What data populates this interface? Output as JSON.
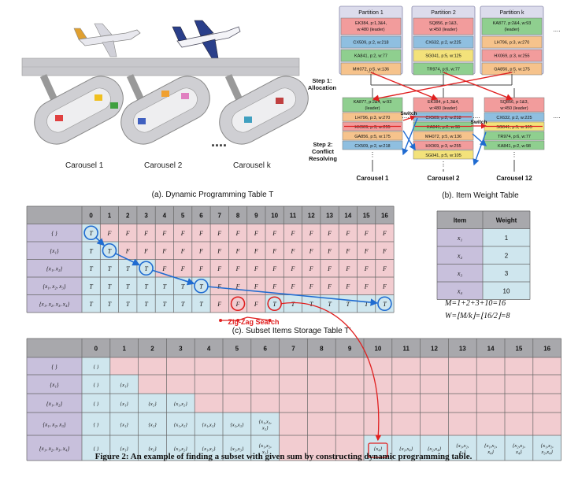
{
  "carousels": [
    "Carousel 1",
    "Carousel 2",
    "Carousel k"
  ],
  "partitions": [
    {
      "title": "Partition 1",
      "items": [
        {
          "l1": "EK384, p:1,3&4,",
          "l2": "w:480 (leader)",
          "color": "#f29c9c"
        },
        {
          "l1": "CX509, p:2, w:218",
          "color": "#8fbfe0"
        },
        {
          "l1": "KA841, p:2, w:77",
          "color": "#8fcf8f"
        },
        {
          "l1": "MH072, p:5, w:136",
          "color": "#f6c38c"
        }
      ]
    },
    {
      "title": "Partition 2",
      "items": [
        {
          "l1": "SQ856, p:1&3,",
          "l2": "w:450 (leader)",
          "color": "#f29c9c"
        },
        {
          "l1": "CX632, p:2, w:225",
          "color": "#8fbfe0"
        },
        {
          "l1": "SG041, p:5, w:125",
          "color": "#f3e27a"
        },
        {
          "l1": "TR974, p:6, w:77",
          "color": "#8fcf8f"
        }
      ]
    },
    {
      "title": "Partition k",
      "items": [
        {
          "l1": "KA877, p:2&4, w:93",
          "l2": "(leader)",
          "color": "#8fcf8f"
        },
        {
          "l1": "LH796, p:3, w:270",
          "color": "#f6c38c"
        },
        {
          "l1": "HX069, p:3, w:255",
          "color": "#f29c9c"
        },
        {
          "l1": "GA856, p:5, w:175",
          "color": "#f6c38c"
        }
      ]
    }
  ],
  "step1": "Step 1:\nAllocation",
  "step2": "Step 2:\nConflict\nResolving",
  "switch": "Switch",
  "result_carousels": [
    {
      "label": "Carousel 1",
      "items": [
        {
          "l1": "KA877, p:2&4, w:93",
          "l2": "(leader)",
          "color": "#8fcf8f"
        },
        {
          "l1": "LH796, p:3, w:270",
          "color": "#f6c38c"
        },
        {
          "l1": "HX069, p:3, w:255",
          "color": "#f29c9c",
          "strike": true
        },
        {
          "l1": "GA856, p:5, w:175",
          "color": "#f6c38c"
        },
        {
          "l1": "CX509, p:2, w:218",
          "color": "#8fbfe0"
        }
      ]
    },
    {
      "label": "Carousel 2",
      "items": [
        {
          "l1": "EK384, p:1,3&4,",
          "l2": "w:480 (leader)",
          "color": "#f29c9c"
        },
        {
          "l1": "CX509, p:2, w:218",
          "color": "#8fbfe0",
          "strike": true
        },
        {
          "l1": "KA841, p:2, w:98",
          "color": "#8fcf8f",
          "strike": true
        },
        {
          "l1": "MH072, p:5, w:136",
          "color": "#f6c38c"
        },
        {
          "l1": "HX069, p:3, w:255",
          "color": "#f29c9c"
        },
        {
          "l1": "SG041, p:5, w:105",
          "color": "#f3e27a"
        }
      ]
    },
    {
      "label": "Carousel 12",
      "items": [
        {
          "l1": "SQ856, p:1&3,",
          "l2": "w:450 (leader)",
          "color": "#f29c9c"
        },
        {
          "l1": "CX632, p:2, w:225",
          "color": "#8fbfe0"
        },
        {
          "l1": "SG041, p:5, w:105",
          "color": "#f3e27a",
          "strike": true
        },
        {
          "l1": "TR974, p:6, w:77",
          "color": "#8fcf8f"
        },
        {
          "l1": "KA841, p:2, w:98",
          "color": "#8fcf8f"
        }
      ]
    }
  ],
  "dp_title": "(a). Dynamic Programming Table T",
  "dp_cols": [
    "0",
    "1",
    "2",
    "3",
    "4",
    "5",
    "6",
    "7",
    "8",
    "9",
    "10",
    "11",
    "12",
    "13",
    "14",
    "15",
    "16"
  ],
  "dp_rows": [
    "{ }",
    "{x₁}",
    "{x₁, x₂}",
    "{x₁, x₂, x₃}",
    "{x₁, x₂, x₃, x₄}"
  ],
  "dp_cells": [
    [
      "T",
      "F",
      "F",
      "F",
      "F",
      "F",
      "F",
      "F",
      "F",
      "F",
      "F",
      "F",
      "F",
      "F",
      "F",
      "F",
      "F"
    ],
    [
      "T",
      "T",
      "F",
      "F",
      "F",
      "F",
      "F",
      "F",
      "F",
      "F",
      "F",
      "F",
      "F",
      "F",
      "F",
      "F",
      "F"
    ],
    [
      "T",
      "T",
      "T",
      "T",
      "F",
      "F",
      "F",
      "F",
      "F",
      "F",
      "F",
      "F",
      "F",
      "F",
      "F",
      "F",
      "F"
    ],
    [
      "T",
      "T",
      "T",
      "T",
      "T",
      "T",
      "T",
      "F",
      "F",
      "F",
      "F",
      "F",
      "F",
      "F",
      "F",
      "F",
      "F"
    ],
    [
      "T",
      "T",
      "T",
      "T",
      "T",
      "T",
      "T",
      "F",
      "F",
      "F",
      "T",
      "T",
      "T",
      "T",
      "T",
      "T",
      "T"
    ]
  ],
  "dp_blue_circles": [
    [
      0,
      0
    ],
    [
      1,
      1
    ],
    [
      2,
      3
    ],
    [
      3,
      6
    ],
    [
      4,
      16
    ]
  ],
  "dp_red_circles": [
    [
      4,
      8
    ],
    [
      4,
      10
    ]
  ],
  "zigzag": "Zig-Zag Search",
  "w_title": "(b). Item Weight Table",
  "w_headers": [
    "Item",
    "Weight"
  ],
  "w_rows": [
    [
      "x₁",
      "1"
    ],
    [
      "x₂",
      "2"
    ],
    [
      "x₃",
      "3"
    ],
    [
      "x₄",
      "10"
    ]
  ],
  "formula_m": "M=1+2+3+10=16",
  "formula_w": "W=⌊M/k⌋=⌊16/2⌋=8",
  "st_title": "(c). Subset Items Storage Table T′",
  "st_cols": [
    "0",
    "1",
    "2",
    "3",
    "4",
    "5",
    "6",
    "7",
    "8",
    "9",
    "10",
    "11",
    "12",
    "13",
    "14",
    "15",
    "16"
  ],
  "st_rows": [
    "{ }",
    "{x₁}",
    "{x₁, x₂}",
    "{x₁, x₂, x₃}",
    "{x₁, x₂, x₃, x₄}"
  ],
  "st_cells": [
    [
      "{ }"
    ],
    [
      "{ }",
      "{x₁}"
    ],
    [
      "{ }",
      "{x₁}",
      "{x₂}",
      "{x₁,x₂}"
    ],
    [
      "{ }",
      "{x₁}",
      "{x₂}",
      "{x₁,x₂}",
      "{x₁,x₃}",
      "{x₂,x₃}",
      "{x₁,x₂,\nx₃}"
    ],
    [
      "{ }",
      "{x₁}",
      "{x₂}",
      "{x₁,x₂}",
      "{x₁,x₃}",
      "{x₂,x₃}",
      "{x₁,x₂,\nx₃}",
      "",
      "",
      "",
      "{x₄}",
      "{x₁,x₄}",
      "{x₂,x₄}",
      "{x₁,x₂,\nx₄}",
      "{x₁,x₃,\nx₄}",
      "{x₂,x₃,\nx₄}",
      "{x₁,x₂,\nx₃,x₄}"
    ]
  ],
  "caption": "Figure 2: An example of finding a subset with given sum by constructing dynamic programming table."
}
